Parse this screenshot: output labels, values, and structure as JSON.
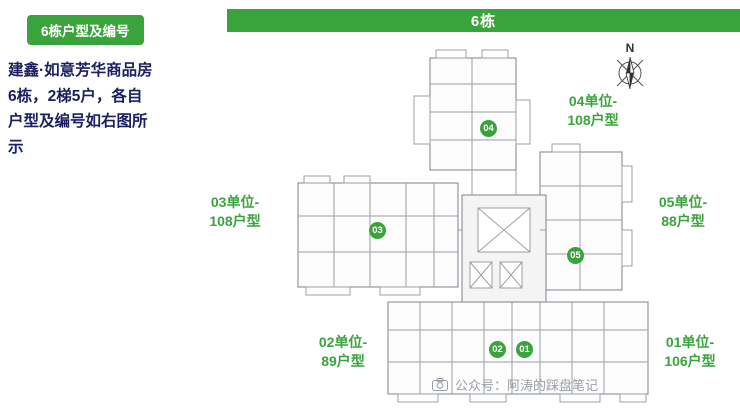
{
  "colors": {
    "accent_green": "#3aa43c",
    "navy_text": "#1c2060",
    "watermark_gray": "#9aa0a6"
  },
  "header": {
    "title": "6栋"
  },
  "badge": {
    "label": "6栋户型及编号"
  },
  "description": {
    "lines": [
      "建鑫·如意芳华商品房",
      "6栋，2梯5户，各自",
      "户型及编号如右图所",
      "示"
    ]
  },
  "units": [
    {
      "num": "01",
      "line1": "01单位-",
      "line2": "106户型"
    },
    {
      "num": "02",
      "line1": "02单位-",
      "line2": "89户型"
    },
    {
      "num": "03",
      "line1": "03单位-",
      "line2": "108户型"
    },
    {
      "num": "04",
      "line1": "04单位-",
      "line2": "108户型"
    },
    {
      "num": "05",
      "line1": "05单位-",
      "line2": "88户型"
    }
  ],
  "compass": {
    "label": "N"
  },
  "watermark": {
    "text": "公众号：阿涛的踩盘笔记"
  }
}
